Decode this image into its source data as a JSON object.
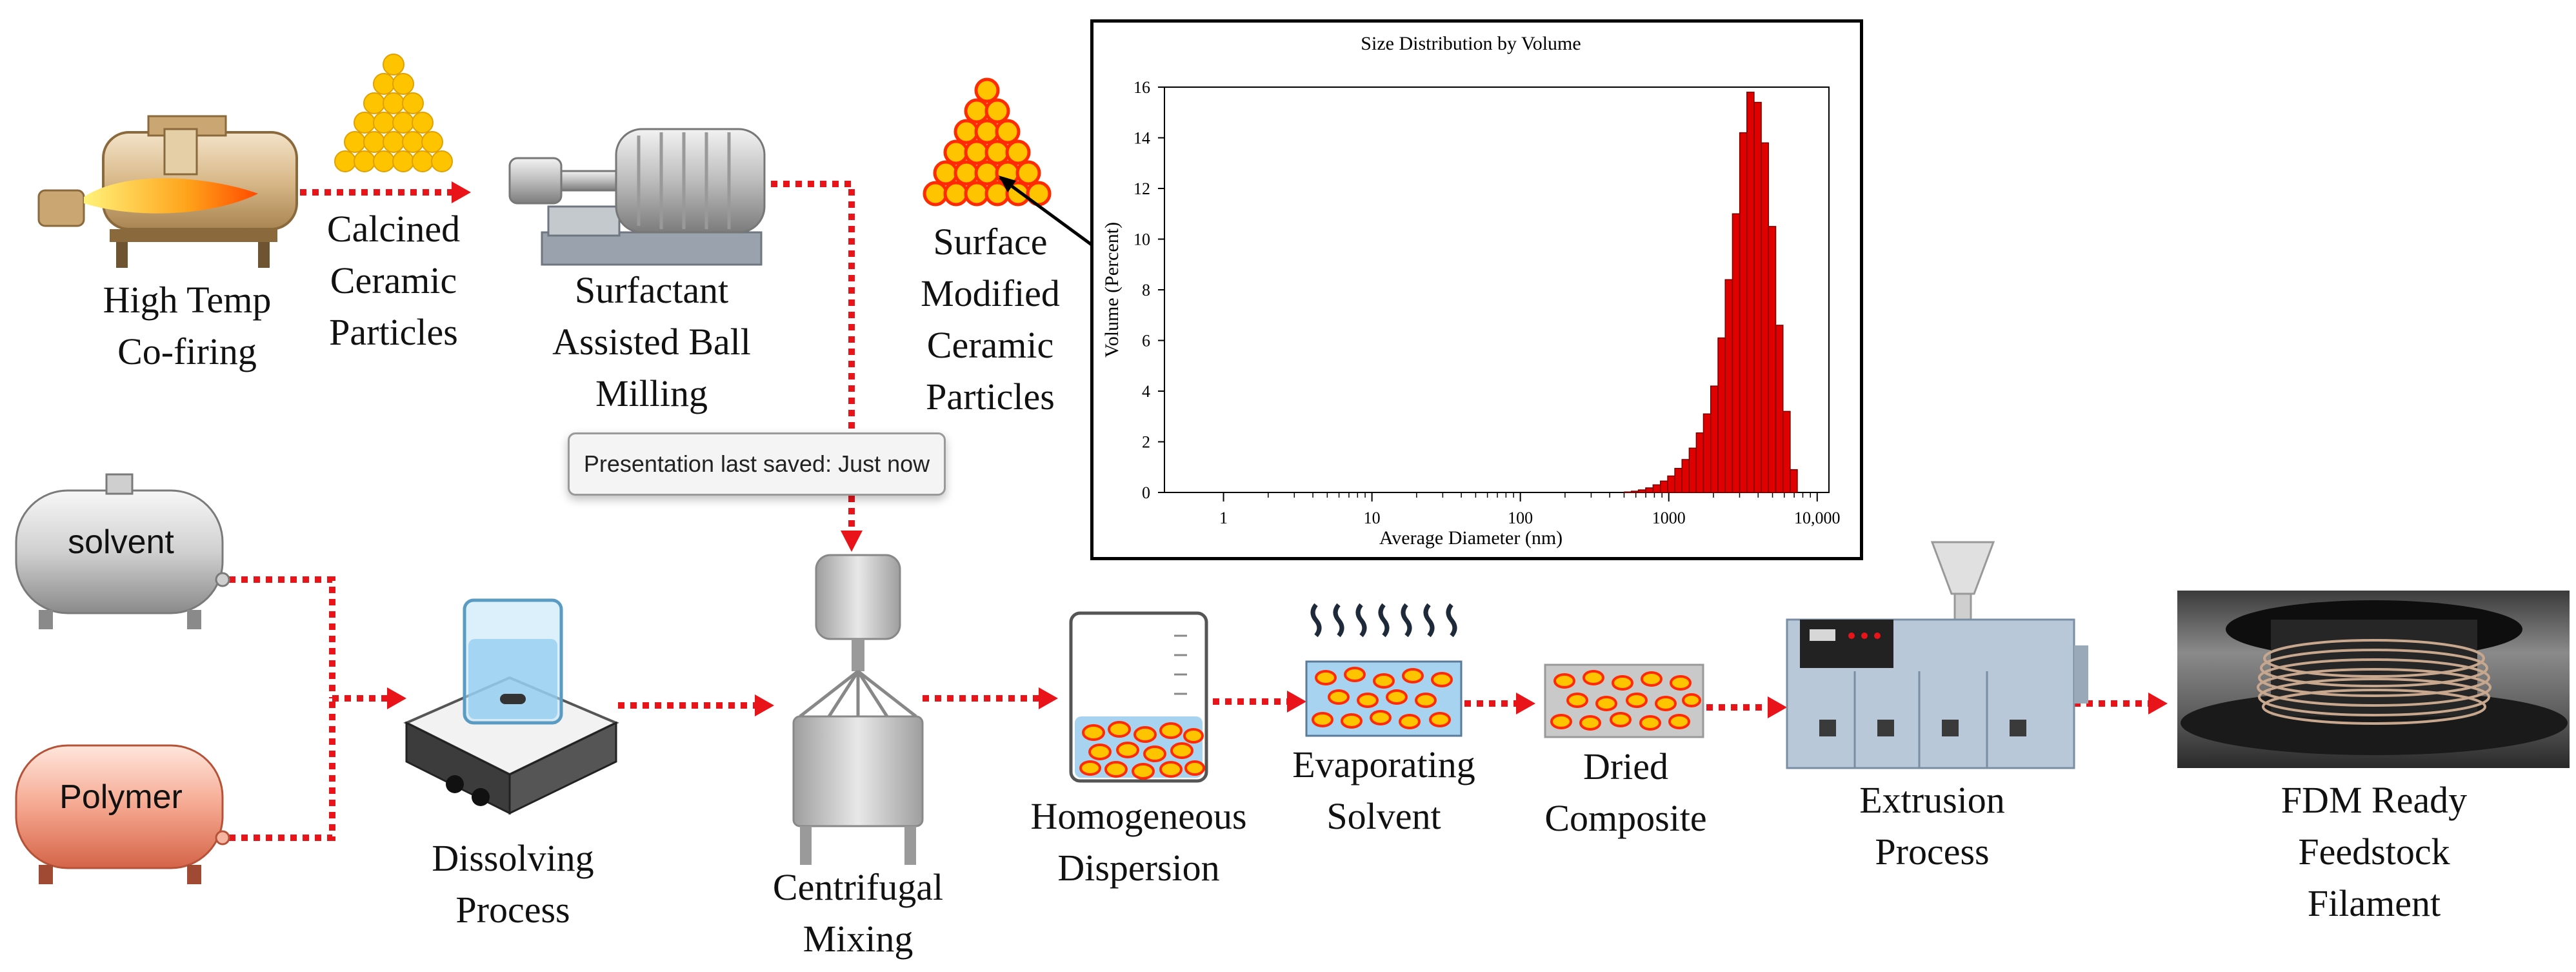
{
  "labels": {
    "high_temp": [
      "High Temp",
      "Co-firing"
    ],
    "calcined": [
      "Calcined",
      "Ceramic",
      "Particles"
    ],
    "ball_milling": [
      "Surfactant",
      "Assisted  Ball",
      "Milling"
    ],
    "surface_modified": [
      "Surface",
      "Modified",
      "Ceramic",
      "Particles"
    ],
    "dissolving": [
      "Dissolving",
      "Process"
    ],
    "centrifugal": [
      "Centrifugal",
      "Mixing"
    ],
    "homogeneous": [
      "Homogeneous",
      "Dispersion"
    ],
    "evaporating": [
      "Evaporating",
      "Solvent"
    ],
    "dried": [
      "Dried",
      "Composite"
    ],
    "extrusion": [
      "Extrusion",
      "Process"
    ],
    "fdm": [
      "FDM Ready",
      "Feedstock",
      "Filament"
    ]
  },
  "tanks": {
    "solvent": "solvent",
    "polymer": "Polymer"
  },
  "tooltip": {
    "text": "Presentation last saved: Just now"
  },
  "colors": {
    "arrow": "#e8141a",
    "bar": "#e00000",
    "particle": "#ffc400",
    "particle_red": "#ff2a00"
  },
  "chart_data": {
    "type": "bar",
    "title": "Size Distribution by Volume",
    "xlabel": "Average Diameter (nm)",
    "ylabel": "Volume (Percent)",
    "xscale": "log",
    "xlim": [
      0.4,
      12000
    ],
    "ylim": [
      0,
      16
    ],
    "xticks": [
      1,
      10,
      100,
      1000,
      10000
    ],
    "xtick_labels": [
      "1",
      "10",
      "100",
      "1000",
      "10,000"
    ],
    "yticks": [
      0,
      2,
      4,
      6,
      8,
      10,
      12,
      14,
      16
    ],
    "x": [
      530,
      590,
      660,
      740,
      830,
      930,
      1040,
      1160,
      1300,
      1450,
      1620,
      1810,
      2030,
      2270,
      2540,
      2840,
      3180,
      3550,
      3970,
      4440,
      4970,
      5560,
      6220,
      6950
    ],
    "values": [
      0.02,
      0.05,
      0.1,
      0.18,
      0.3,
      0.45,
      0.65,
      0.95,
      1.3,
      1.75,
      2.35,
      3.1,
      4.2,
      6.1,
      8.4,
      11.0,
      14.2,
      15.8,
      15.4,
      13.8,
      10.5,
      6.6,
      3.2,
      0.9
    ]
  }
}
